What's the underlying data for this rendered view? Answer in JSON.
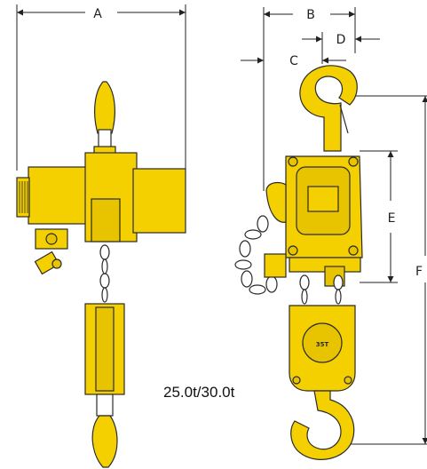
{
  "diagram": {
    "dimension_labels": {
      "A": "A",
      "B": "B",
      "C": "C",
      "D": "D",
      "E": "E",
      "F": "F"
    },
    "capacity_label": "25.0t/30.0t",
    "hook_block_badge": "35T",
    "colors": {
      "body_yellow": "#F4D000",
      "outline": "#2a2a2a",
      "shadow": "#C9A800",
      "chain": "#bfbfbf"
    }
  }
}
